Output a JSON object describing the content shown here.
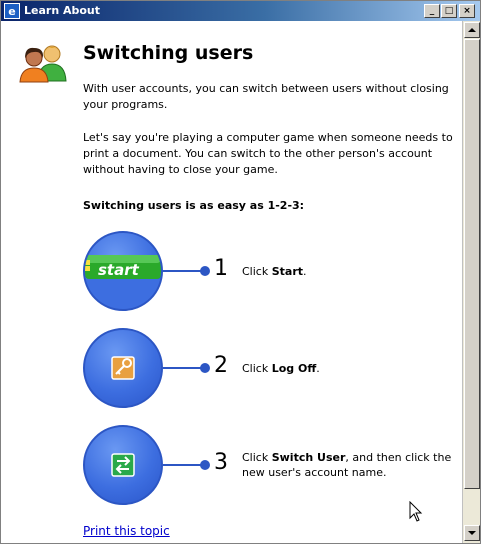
{
  "window": {
    "title": "Learn About",
    "icon_glyph": "e",
    "minimize_glyph": "_",
    "maximize_glyph": "□",
    "close_glyph": "×"
  },
  "header": {
    "title": "Switching users",
    "icon": "users-icon"
  },
  "paragraphs": [
    "With user accounts, you can switch between users without closing your programs.",
    "Let's say you're playing a computer game when someone needs to print a document. You can switch to the other person's account without having to close your game."
  ],
  "subheading": "Switching users is as easy as 1-2-3:",
  "steps": [
    {
      "number": "1",
      "prefix": "Click ",
      "bold": "Start",
      "suffix": ".",
      "image_label": "start",
      "icon": "start-button-icon"
    },
    {
      "number": "2",
      "prefix": "Click ",
      "bold": "Log Off",
      "suffix": ".",
      "icon": "log-off-key-icon"
    },
    {
      "number": "3",
      "prefix": "Click ",
      "bold": "Switch User",
      "suffix": ", and then click the new user's account name.",
      "icon": "switch-user-arrows-icon"
    }
  ],
  "print_link": "Print this topic",
  "colors": {
    "title_bar": "#0a246a",
    "circle_blue": "#3d6ee0",
    "start_green": "#2aa92a",
    "link": "#0000cc"
  }
}
